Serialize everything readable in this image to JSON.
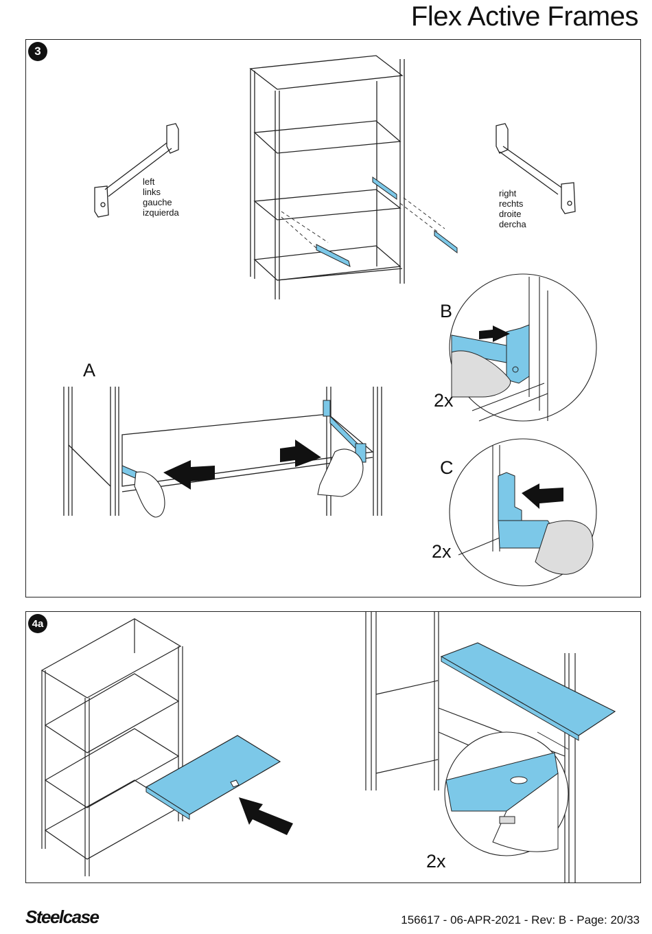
{
  "header": {
    "title": "Flex Active Frames"
  },
  "step3": {
    "badge": "3",
    "left_label": [
      "left",
      "links",
      "gauche",
      "izquierda"
    ],
    "right_label": [
      "right",
      "rechts",
      "droite",
      "dercha"
    ],
    "detail_a": "A",
    "detail_b": "B",
    "detail_c": "C",
    "qty_b": "2x",
    "qty_c": "2x"
  },
  "step4a": {
    "badge": "4a",
    "qty": "2x"
  },
  "footer": {
    "brand": "Steelcase",
    "doc_info": "156617 - 06-APR-2021 - Rev: B - Page: 20/33"
  },
  "colors": {
    "accent_blue": "#7cc8e8",
    "line": "#222222"
  },
  "icons": [
    "push-arrow-icon",
    "hand-icon",
    "bracket-icon",
    "shelf-icon"
  ]
}
